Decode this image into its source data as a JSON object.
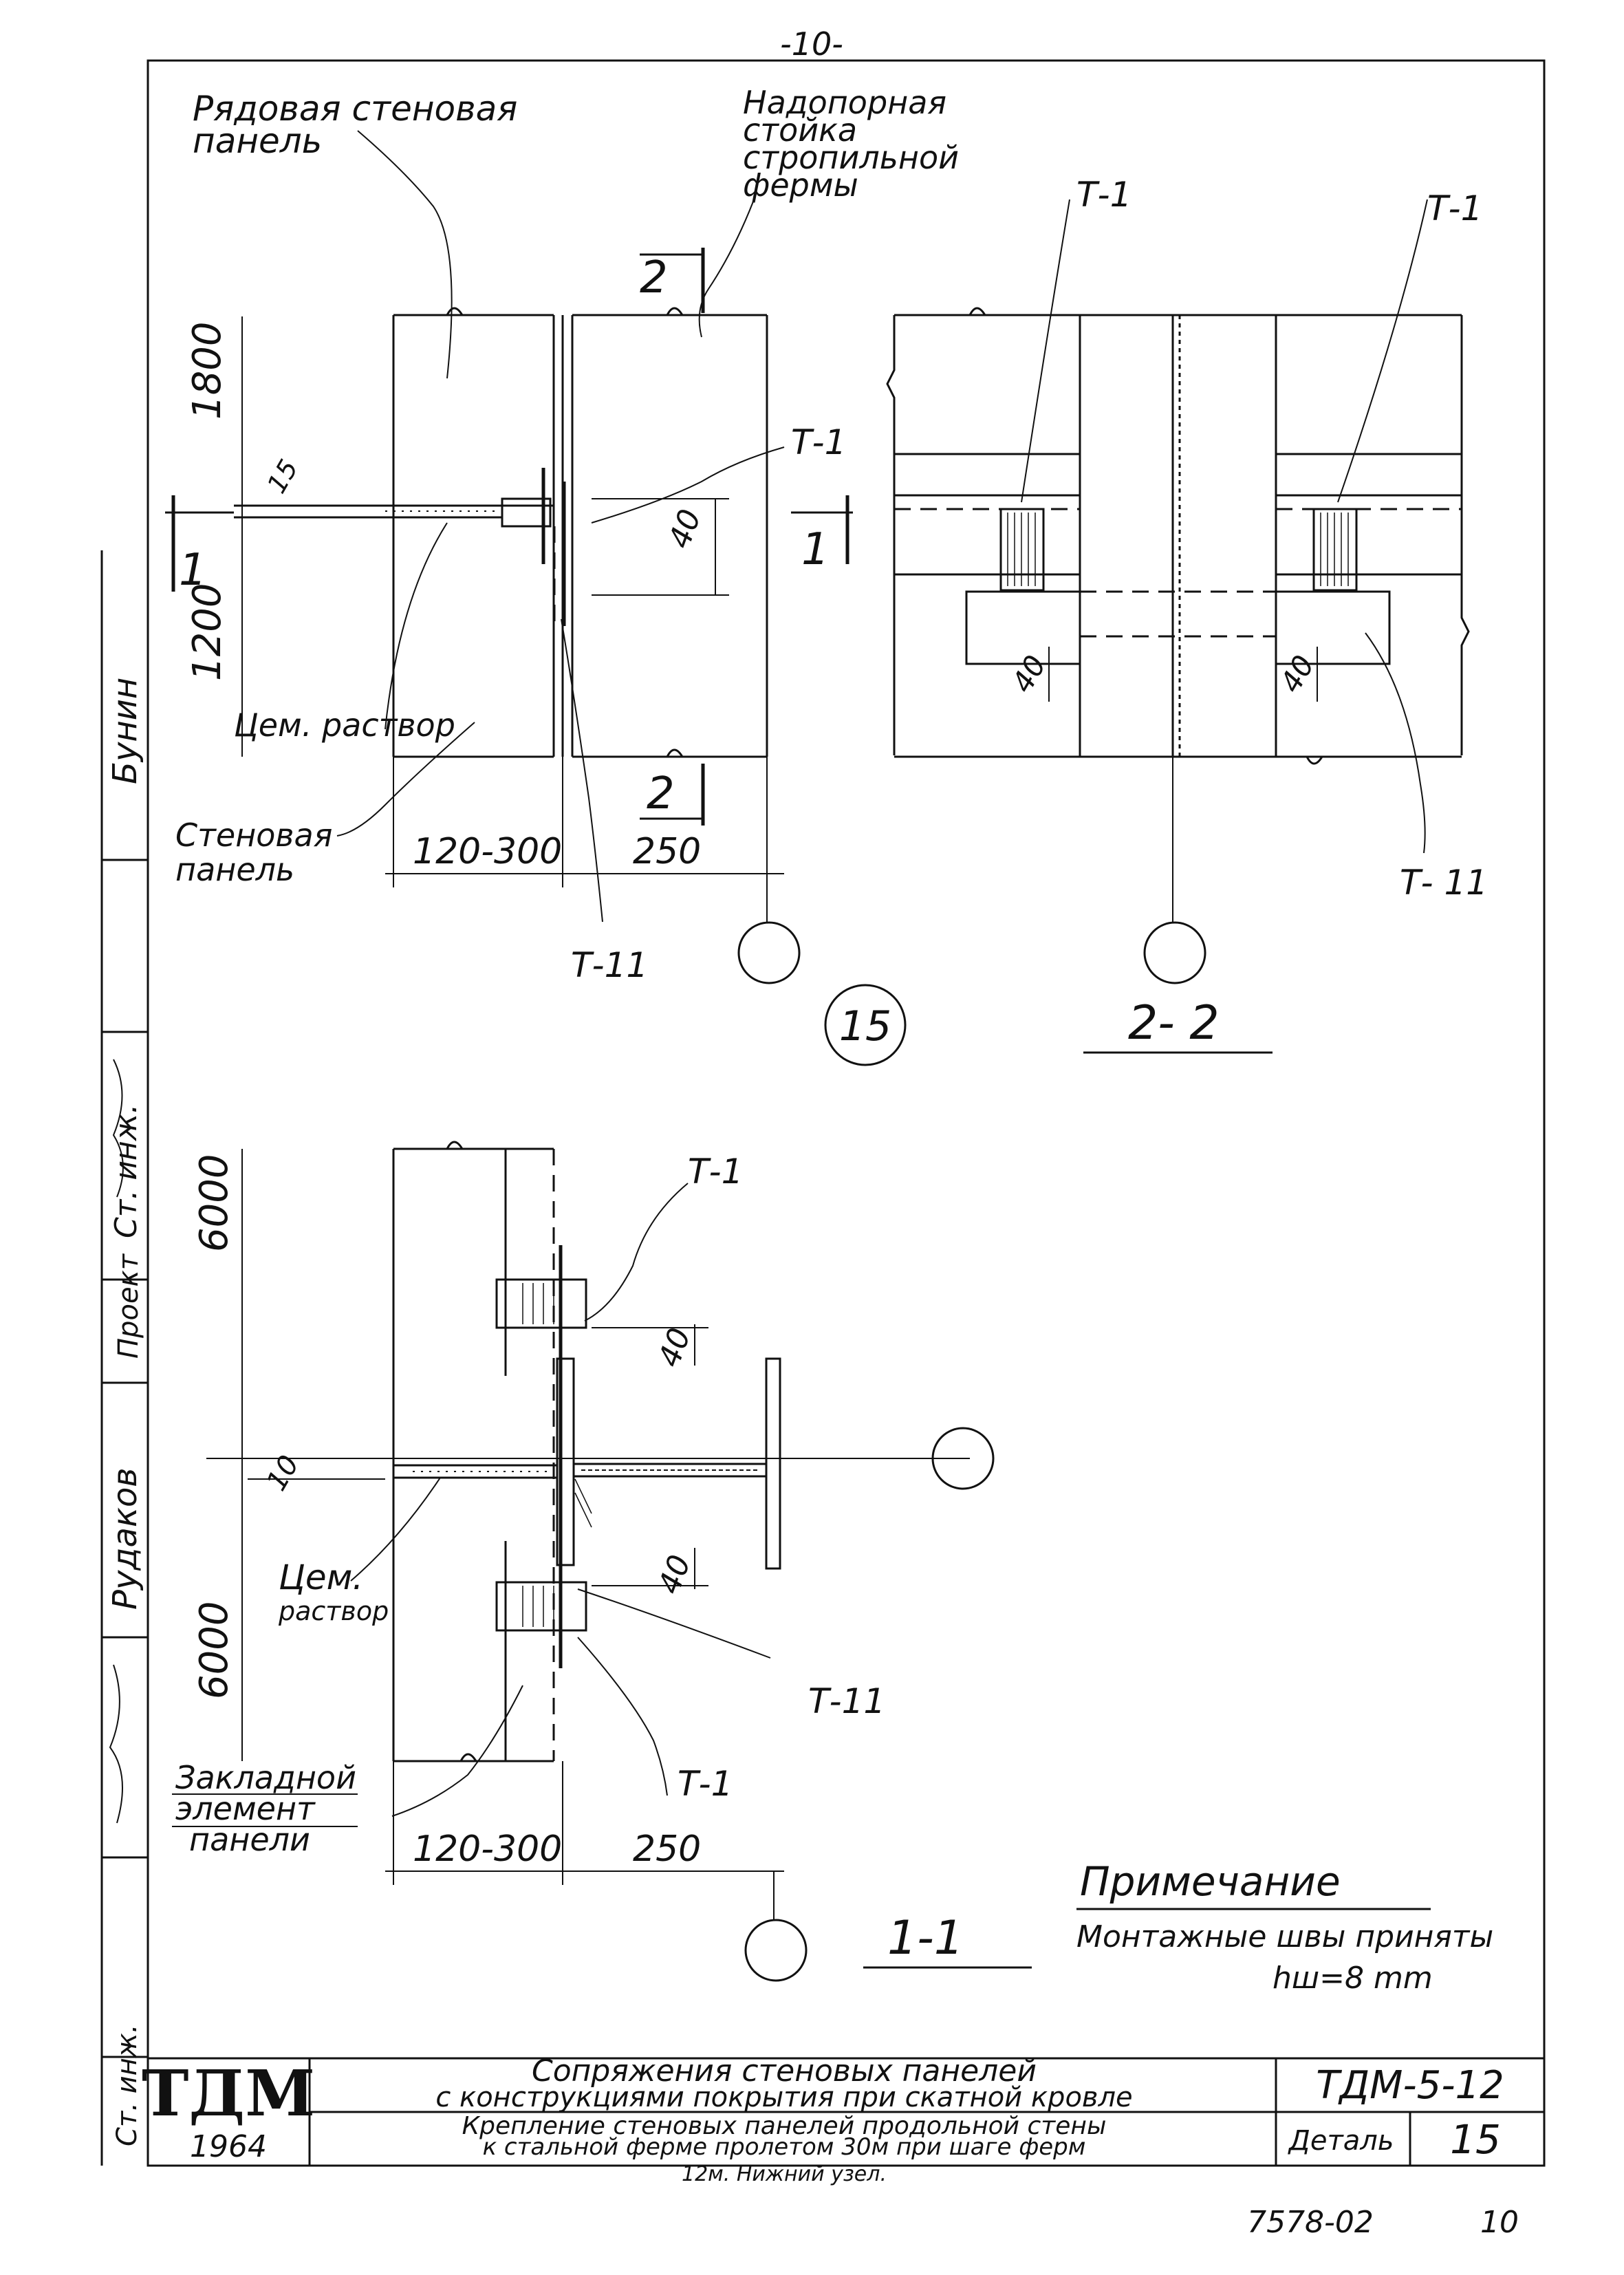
{
  "page_number": "-10-",
  "views": {
    "top_left": {
      "label_wall_panel_row": "Рядовая стеновая панель",
      "label_truss_post": "Надопорная стойка стропильной фермы",
      "label_wall_panel": "Стеновая панель",
      "label_mortar": "Цем. раствор",
      "dim_1800": "1800",
      "dim_1200": "1200",
      "dim_15": "15",
      "dim_40": "40",
      "dim_120_300": "120-300",
      "dim_250": "250",
      "weld_t1": "Т-1",
      "weld_t11": "Т-11",
      "section_mark_2": "2",
      "section_mark_1": "1"
    },
    "section_2_2": {
      "title": "2- 2",
      "weld_t1_left": "Т-1",
      "weld_t1_right": "Т-1",
      "weld_t11": "Т- 11",
      "dim_40_left": "40",
      "dim_40_right": "40"
    },
    "detail_mark": "15",
    "section_1_1": {
      "title": "1-1",
      "dim_6000_top": "6000",
      "dim_6000_bottom": "6000",
      "dim_10": "10",
      "dim_40_top": "40",
      "dim_40_bottom": "40",
      "dim_120_300": "120-300",
      "dim_250": "250",
      "weld_t1_top": "Т-1",
      "weld_t1_bottom": "Т-1",
      "weld_t11": "Т-11",
      "label_mortar": "Цем. раствор",
      "label_embedded": [
        "Закладной",
        "элемент",
        "панели"
      ]
    }
  },
  "note": {
    "title": "Примечание",
    "line1": "Монтажные швы приняты",
    "line2": "hш=8 mm"
  },
  "title_block": {
    "org": "ТДМ",
    "year": "1964",
    "title_line1": "Сопряжения стеновых панелей",
    "title_line2": "с конструкциями покрытия при скатной кровле",
    "sub_line1": "Крепление стеновых панелей продольной стены",
    "sub_line2": "к стальной ферме пролетом 30м при шаге ферм",
    "sub_line3": "12м. Нижний узел.",
    "code": "ТДМ-5-12",
    "detail_label": "Деталь",
    "detail_number": "15"
  },
  "side_stamp": {
    "names": [
      "Бунин",
      "Ст. инж.",
      "Рудаков",
      "Ст. инж."
    ],
    "roles": [
      "Проект"
    ]
  },
  "footer": {
    "archive_number": "7578-02",
    "sheet": "10"
  }
}
